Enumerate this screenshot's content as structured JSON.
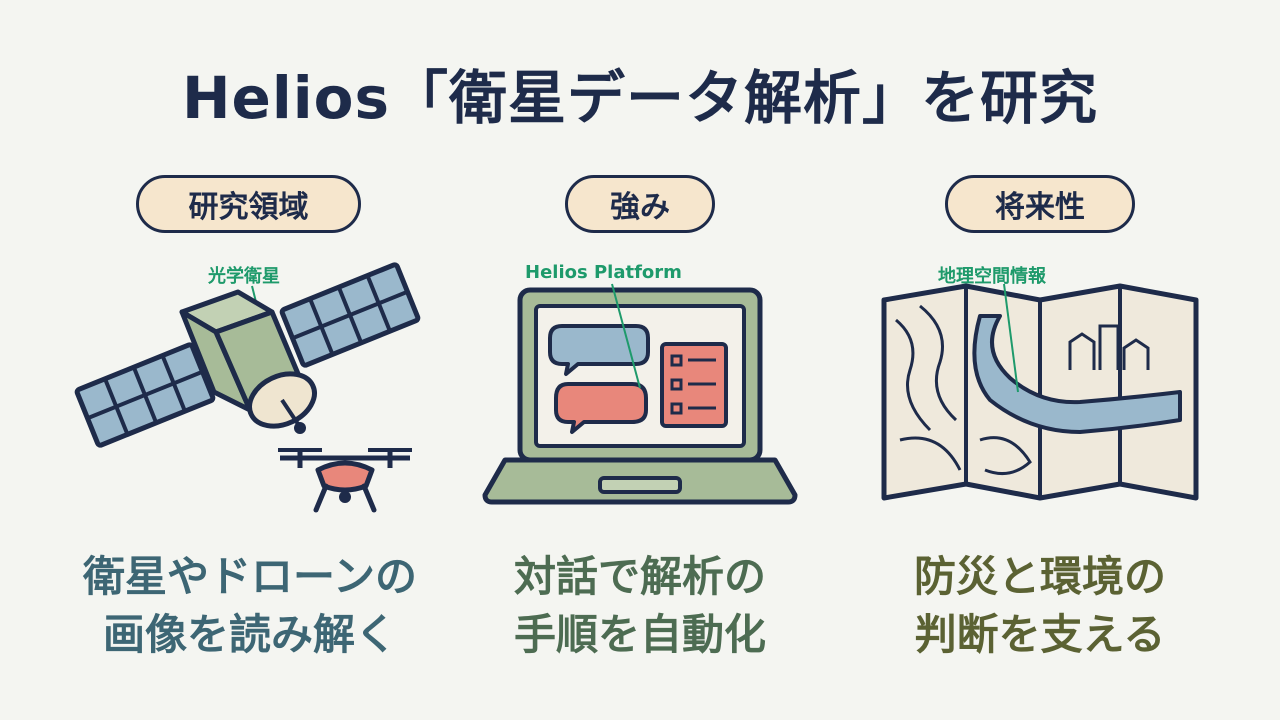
{
  "title": "Helios「衛星データ解析」を研究",
  "columns": [
    {
      "heading": "研究領域",
      "callout": "光学衛星",
      "caption_lines": [
        "衛星やドローンの",
        "画像を読み解く"
      ]
    },
    {
      "heading": "強み",
      "callout": "Helios Platform",
      "caption_lines": [
        "対話で解析の",
        "手順を自動化"
      ]
    },
    {
      "heading": "将来性",
      "callout": "地理空間情報",
      "caption_lines": [
        "防災と環境の",
        "判断を支える"
      ]
    }
  ],
  "colors": {
    "navy": "#1e2b4a",
    "pill_fill": "#f6e6cd",
    "callout": "#1e9a6b",
    "panel_blue": "#9ab8cc",
    "body_green": "#a7bb98",
    "coral": "#e8877b",
    "map_paper": "#efe9dc"
  },
  "icons": [
    "satellite-icon",
    "drone-icon",
    "laptop-icon",
    "chat-bubble-icon",
    "checklist-icon",
    "map-icon"
  ]
}
